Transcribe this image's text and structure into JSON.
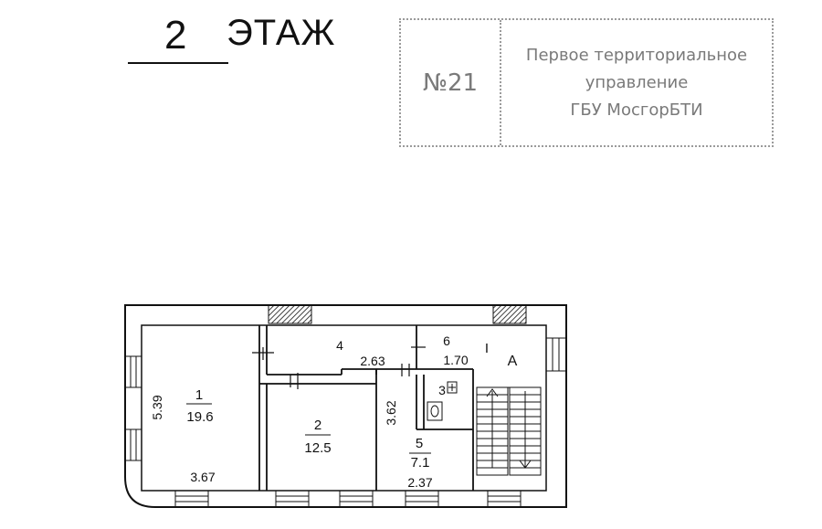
{
  "header": {
    "floor_number": "2",
    "floor_word": "ЭТАЖ"
  },
  "stamp": {
    "number": "№21",
    "line1": "Первое территориальное",
    "line2": "управление",
    "line3": "ГБУ МосгорБТИ"
  },
  "plan": {
    "room1": {
      "num": "1",
      "area": "19.6",
      "dim_h": "5.39",
      "dim_w": "3.67"
    },
    "room2": {
      "num": "2",
      "area": "12.5"
    },
    "room3": {
      "num": "3"
    },
    "room4": {
      "num": "4",
      "dim": "2.63"
    },
    "room5": {
      "num": "5",
      "area": "7.1",
      "dim_h": "3.62",
      "dim_w": "2.37"
    },
    "room6": {
      "num": "6",
      "dim": "1.70"
    },
    "section_roman": "I",
    "stair_letter": "A"
  }
}
